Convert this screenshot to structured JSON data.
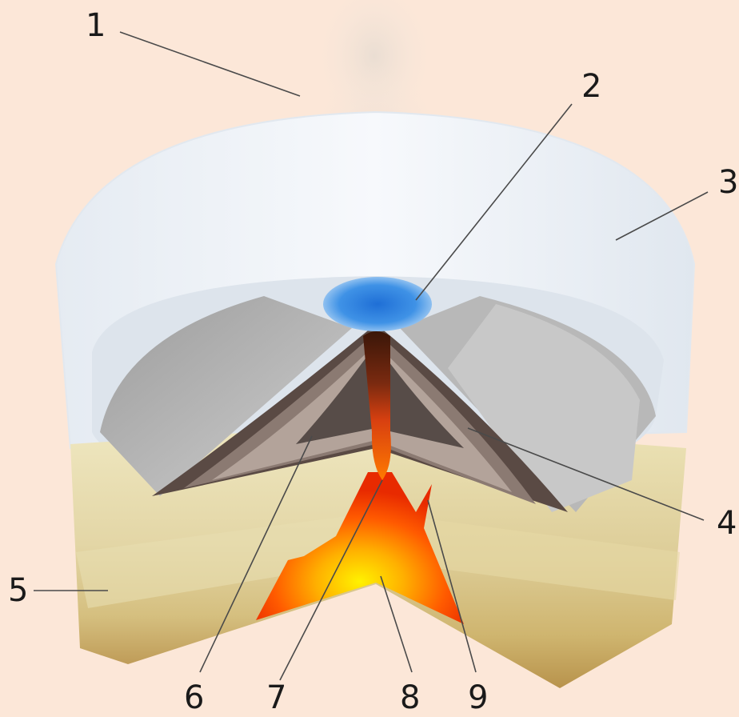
{
  "diagram": {
    "labels": [
      "1",
      "2",
      "3",
      "4",
      "5",
      "6",
      "7",
      "8",
      "9"
    ]
  },
  "colors": {
    "background": "#fce7d8",
    "ice_cap": "#eef3f8",
    "crater_lake": "#3f8fe0",
    "magma_core": "#fff000",
    "magma_edge": "#ff3d00",
    "conduit": "#4a1f0f",
    "strata_light": "#efe5bc",
    "strata_dark": "#c6a25c"
  }
}
